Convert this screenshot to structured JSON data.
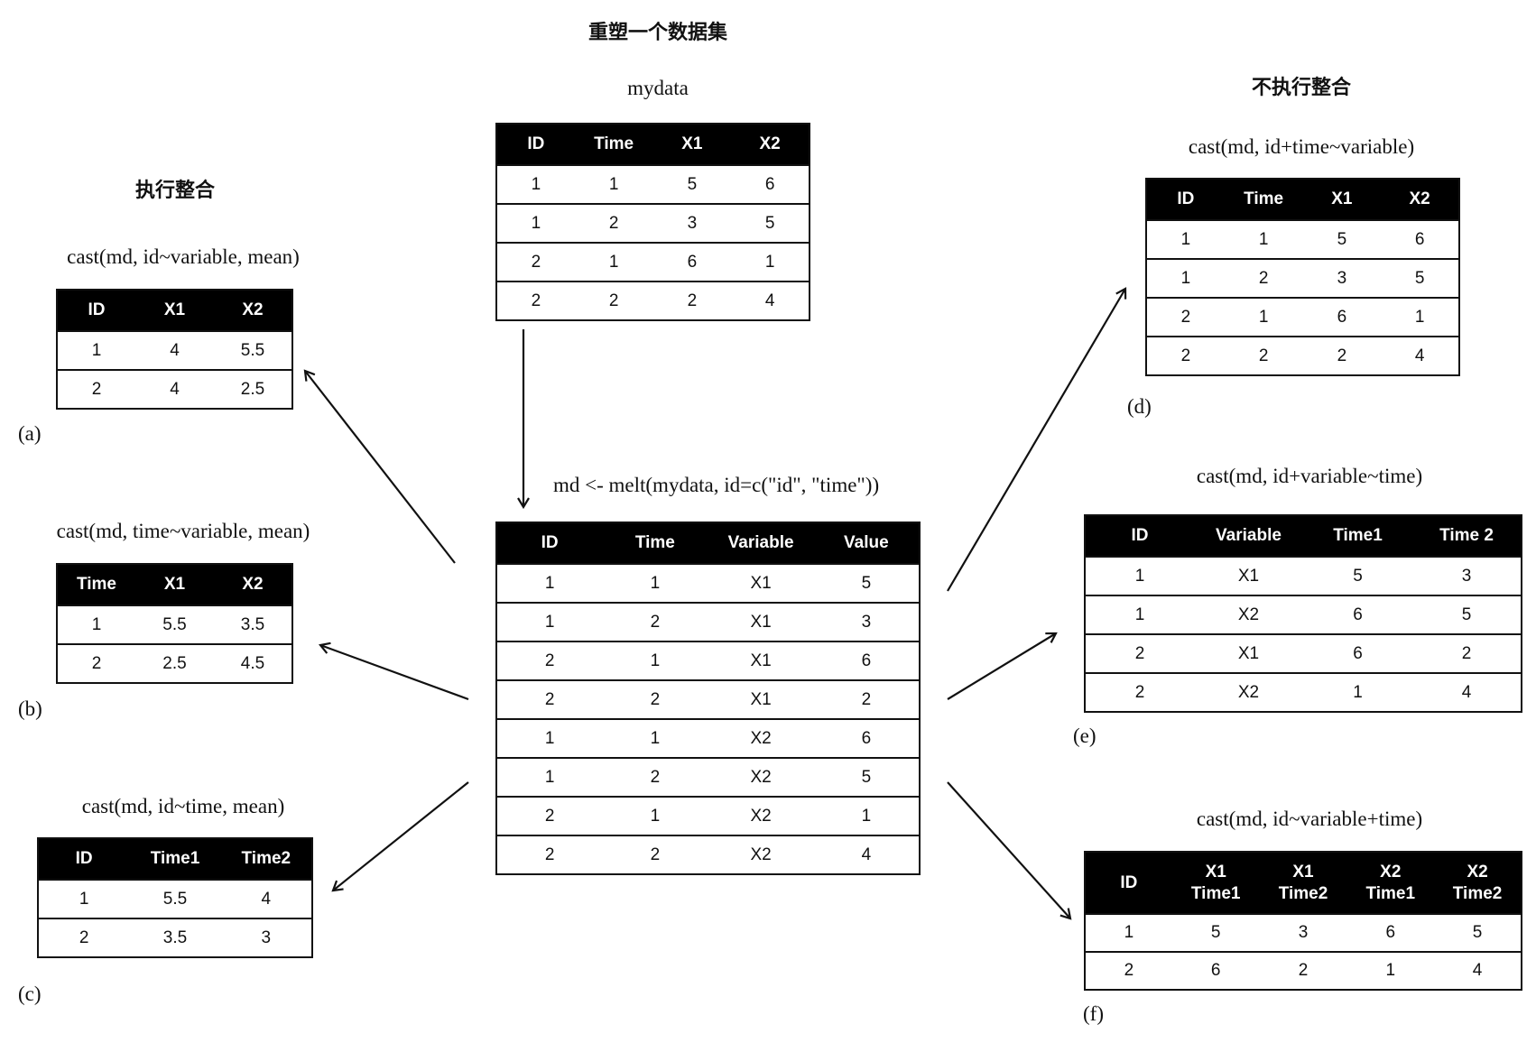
{
  "title": "重塑一个数据集",
  "mydata": {
    "caption": "mydata",
    "headers": [
      "ID",
      "Time",
      "X1",
      "X2"
    ],
    "rows": [
      [
        "1",
        "1",
        "5",
        "6"
      ],
      [
        "1",
        "2",
        "3",
        "5"
      ],
      [
        "2",
        "1",
        "6",
        "1"
      ],
      [
        "2",
        "2",
        "2",
        "4"
      ]
    ]
  },
  "melt": {
    "caption": "md <- melt(mydata, id=c(\"id\", \"time\"))",
    "headers": [
      "ID",
      "Time",
      "Variable",
      "Value"
    ],
    "rows": [
      [
        "1",
        "1",
        "X1",
        "5"
      ],
      [
        "1",
        "2",
        "X1",
        "3"
      ],
      [
        "2",
        "1",
        "X1",
        "6"
      ],
      [
        "2",
        "2",
        "X1",
        "2"
      ],
      [
        "1",
        "1",
        "X2",
        "6"
      ],
      [
        "1",
        "2",
        "X2",
        "5"
      ],
      [
        "2",
        "1",
        "X2",
        "1"
      ],
      [
        "2",
        "2",
        "X2",
        "4"
      ]
    ]
  },
  "left_heading": "执行整合",
  "right_heading": "不执行整合",
  "a": {
    "label": "(a)",
    "caption": "cast(md, id~variable, mean)",
    "headers": [
      "ID",
      "X1",
      "X2"
    ],
    "rows": [
      [
        "1",
        "4",
        "5.5"
      ],
      [
        "2",
        "4",
        "2.5"
      ]
    ]
  },
  "b": {
    "label": "(b)",
    "caption": "cast(md, time~variable, mean)",
    "headers": [
      "Time",
      "X1",
      "X2"
    ],
    "rows": [
      [
        "1",
        "5.5",
        "3.5"
      ],
      [
        "2",
        "2.5",
        "4.5"
      ]
    ]
  },
  "c": {
    "label": "(c)",
    "caption": "cast(md, id~time, mean)",
    "headers": [
      "ID",
      "Time1",
      "Time2"
    ],
    "rows": [
      [
        "1",
        "5.5",
        "4"
      ],
      [
        "2",
        "3.5",
        "3"
      ]
    ]
  },
  "d": {
    "label": "(d)",
    "caption": "cast(md, id+time~variable)",
    "headers": [
      "ID",
      "Time",
      "X1",
      "X2"
    ],
    "rows": [
      [
        "1",
        "1",
        "5",
        "6"
      ],
      [
        "1",
        "2",
        "3",
        "5"
      ],
      [
        "2",
        "1",
        "6",
        "1"
      ],
      [
        "2",
        "2",
        "2",
        "4"
      ]
    ]
  },
  "e": {
    "label": "(e)",
    "caption": "cast(md, id+variable~time)",
    "headers": [
      "ID",
      "Variable",
      "Time1",
      "Time 2"
    ],
    "rows": [
      [
        "1",
        "X1",
        "5",
        "3"
      ],
      [
        "1",
        "X2",
        "6",
        "5"
      ],
      [
        "2",
        "X1",
        "6",
        "2"
      ],
      [
        "2",
        "X2",
        "1",
        "4"
      ]
    ]
  },
  "f": {
    "label": "(f)",
    "caption": "cast(md, id~variable+time)",
    "headers": [
      "ID",
      "X1\nTime1",
      "X1\nTime2",
      "X2\nTime1",
      "X2\nTime2"
    ],
    "rows": [
      [
        "1",
        "5",
        "3",
        "6",
        "5"
      ],
      [
        "2",
        "6",
        "2",
        "1",
        "4"
      ]
    ]
  }
}
